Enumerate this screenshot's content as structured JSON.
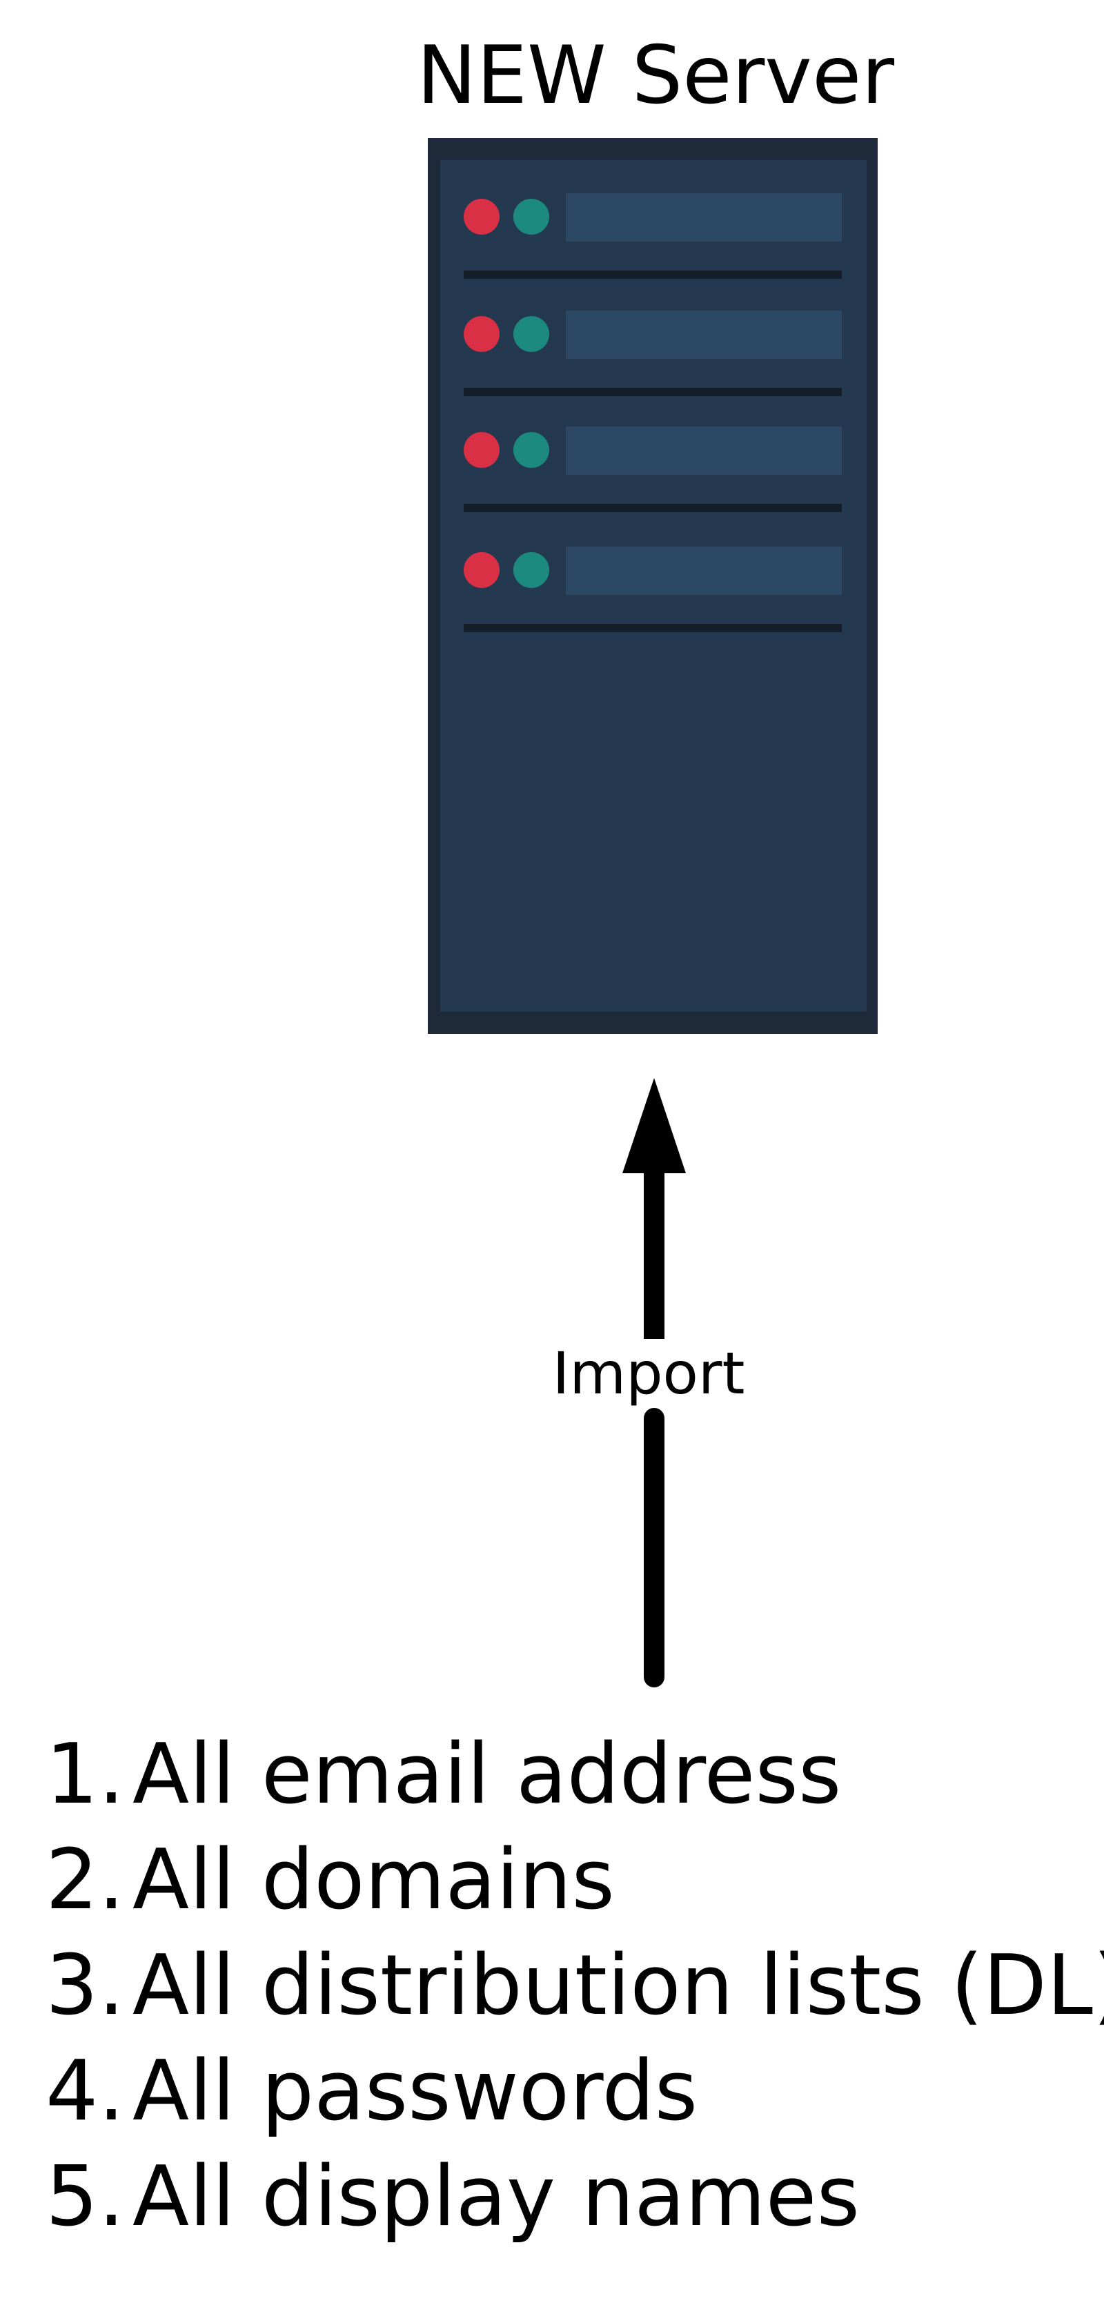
{
  "diagram": {
    "title": "NEW Server",
    "arrow_label": "Import",
    "items": [
      {
        "number": "1.",
        "text": "All email address"
      },
      {
        "number": "2.",
        "text": "All domains"
      },
      {
        "number": "3.",
        "text": "All distribution lists (DL)"
      },
      {
        "number": "4.",
        "text": "All passwords"
      },
      {
        "number": "5.",
        "text": "All display names"
      }
    ]
  },
  "colors": {
    "server_outer": "#1e2a3a",
    "server_body": "#243850",
    "slot_bar": "#2d4865",
    "divider": "#141d28",
    "led_red": "#d93045",
    "led_teal": "#1d8a80",
    "arrow": "#000000"
  },
  "icons": {
    "server": "server-rack-icon",
    "arrow": "arrow-up-icon"
  }
}
